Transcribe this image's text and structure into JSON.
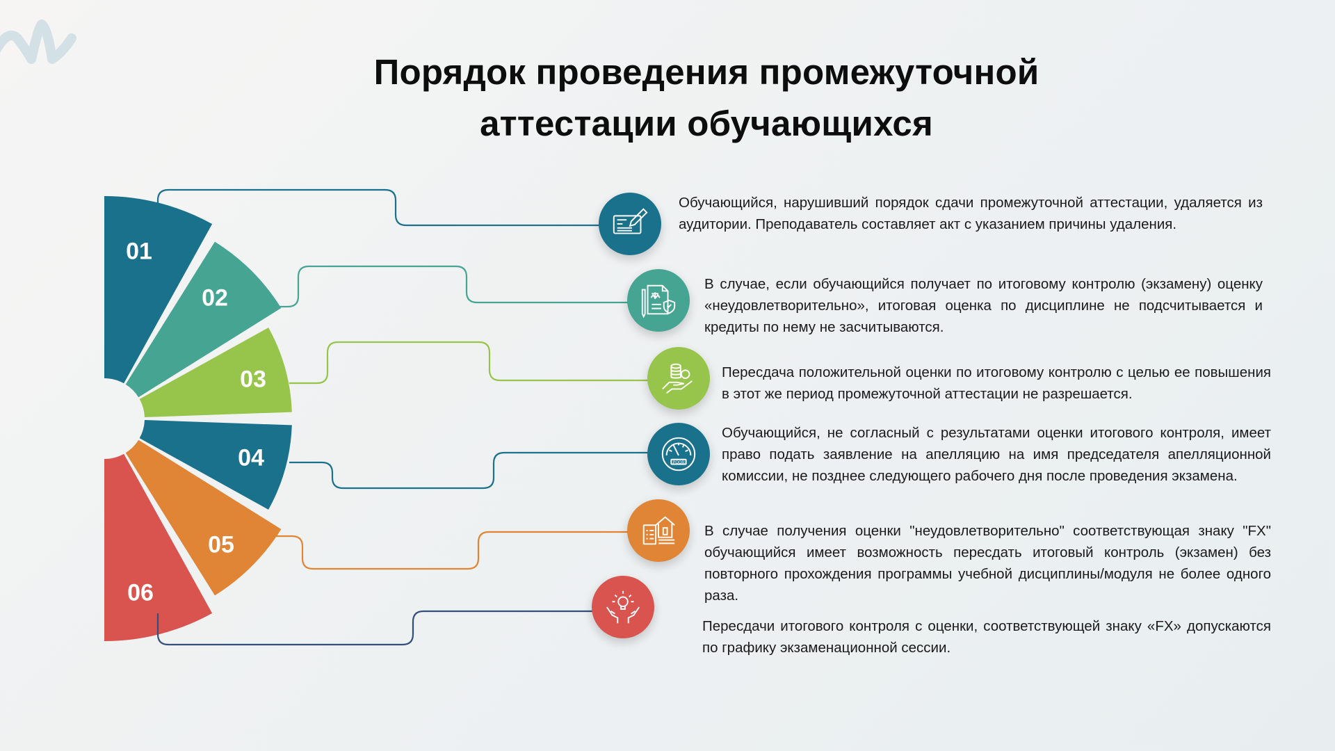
{
  "title": {
    "line1": "Порядок проведения промежуточной",
    "line2": "аттестации обучающихся"
  },
  "colors": {
    "dark_teal": "#1a718c",
    "teal": "#45a592",
    "green": "#97c44a",
    "orange": "#e08535",
    "red": "#d9534f",
    "navy": "#34507a",
    "squiggle": "#d3e0e5"
  },
  "segments": [
    {
      "number": "01",
      "color": "#1a718c",
      "icon": "signed-document-icon"
    },
    {
      "number": "02",
      "color": "#45a592",
      "icon": "legal-document-shield-icon"
    },
    {
      "number": "03",
      "color": "#97c44a",
      "icon": "hand-coins-icon"
    },
    {
      "number": "04",
      "color": "#1a718c",
      "icon": "poor-rating-gauge-icon"
    },
    {
      "number": "05",
      "color": "#e08535",
      "icon": "house-checklist-icon"
    },
    {
      "number": "06",
      "color": "#d9534f",
      "icon": "hands-lightbulb-icon"
    }
  ],
  "steps": [
    {
      "text": "Обучающийся, нарушивший порядок сдачи промежуточной аттестации, удаляется из аудитории. Преподаватель составляет акт с указанием причины удаления."
    },
    {
      "text": "В случае, если обучающийся получает по итоговому контролю (экзамену) оценку «неудовлетворительно», итоговая оценка по дисциплине не подсчитывается и кредиты по нему не засчитываются."
    },
    {
      "text": "Пересдача положительной оценки по итоговому контролю с целью ее повышения в этот же период промежуточной аттестации не разрешается."
    },
    {
      "text": "Обучающийся, не согласный с результатами оценки итогового контроля, имеет право подать заявление на апелляцию на имя председателя апелляционной комиссии, не позднее следующего рабочего дня после проведения экзамена."
    },
    {
      "text": "В случае получения оценки \"неудовлетворительно\" соответствующая знаку \"FX\" обучающийся имеет возможность пересдать итоговый контроль (экзамен) без повторного прохождения программы учебной дисциплины/модуля не более одного раза."
    },
    {
      "text": "Пересдачи итогового контроля с оценки, соответствующей знаку «FX» допускаются по графику экзаменационной сессии."
    }
  ],
  "gauge_label": "POOR"
}
